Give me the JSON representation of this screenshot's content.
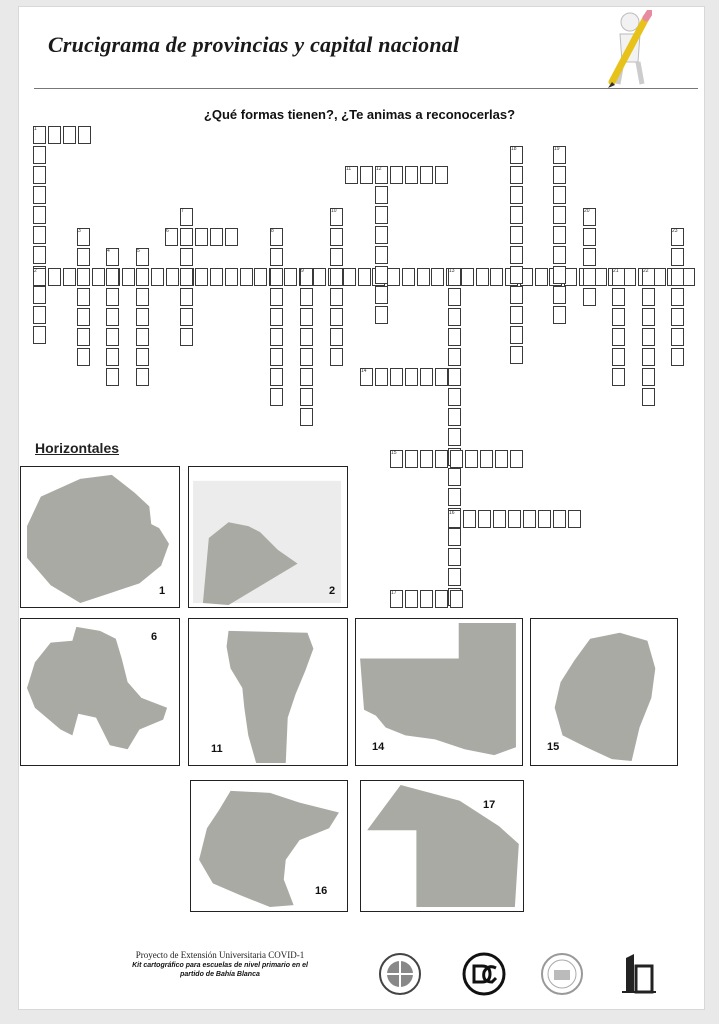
{
  "header": {
    "title": "Crucigrama de provincias y capital nacional",
    "mascot_icon": "person-with-pencil-icon"
  },
  "puzzle": {
    "question": "¿Qué formas tienen?, ¿Te animas a reconocerlas?",
    "clue_numbers": [
      "1",
      "2",
      "3",
      "4",
      "5",
      "6",
      "7",
      "8",
      "9",
      "10",
      "11",
      "12",
      "13",
      "14",
      "15",
      "16",
      "17",
      "18",
      "19",
      "20",
      "21",
      "22",
      "23"
    ]
  },
  "horizontales": {
    "heading": "Horizontales",
    "clues": [
      {
        "number": "1",
        "icon": "province-silhouette-icon"
      },
      {
        "number": "2",
        "icon": "province-silhouette-icon"
      },
      {
        "number": "6",
        "icon": "province-silhouette-icon"
      },
      {
        "number": "11",
        "icon": "province-silhouette-icon"
      },
      {
        "number": "14",
        "icon": "province-silhouette-icon"
      },
      {
        "number": "15",
        "icon": "province-silhouette-icon"
      },
      {
        "number": "16",
        "icon": "province-silhouette-icon"
      },
      {
        "number": "17",
        "icon": "province-silhouette-icon"
      }
    ]
  },
  "footer": {
    "line1": "Proyecto de Extensión Universitaria COVID-1",
    "line2": "Kit cartográfico para escuelas de nivel primario en el",
    "line3": "partido de Bahía Blanca",
    "logos": [
      "university-seal-icon",
      "dg-logo-icon",
      "institution-seal-icon",
      "ed-logo-icon"
    ]
  },
  "colors": {
    "shape_fill": "#a8aaa3",
    "grid_line": "#3a3a3a"
  }
}
